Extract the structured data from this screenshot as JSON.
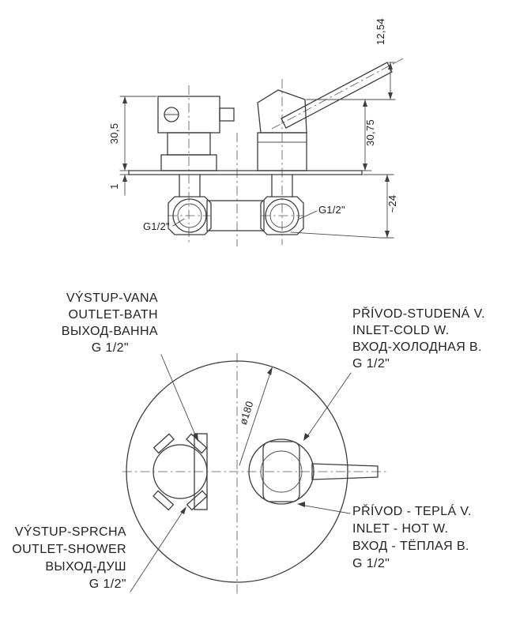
{
  "side_view": {
    "dims": {
      "lever_rise": "12,54",
      "height_left": "30,5",
      "height_right": "30,75",
      "plate_thickness": "1",
      "depth_below": "~24"
    },
    "threads": {
      "left": "G1/2\"",
      "right": "G1/2\""
    }
  },
  "front_view": {
    "diameter_label": "ø180",
    "callouts": {
      "outlet_bath": {
        "lines": [
          "VÝSTUP-VANA",
          "OUTLET-BATH",
          "ВЫХОД-ВАННА",
          "G 1/2\""
        ]
      },
      "inlet_cold": {
        "lines": [
          "PŘÍVOD-STUDENÁ V.",
          "INLET-COLD W.",
          "ВХОД-ХОЛОДНАЯ В.",
          "G 1/2\""
        ]
      },
      "outlet_shower": {
        "lines": [
          "VÝSTUP-SPRCHA",
          "OUTLET-SHOWER",
          "ВЫХОД-ДУШ",
          "G 1/2\""
        ]
      },
      "inlet_hot": {
        "lines": [
          "PŘÍVOD - TEPLÁ V.",
          "INLET - HOT W.",
          "ВХОД - ТЁПЛАЯ В.",
          "G 1/2\""
        ]
      }
    }
  },
  "colors": {
    "line": "#3d3d3d",
    "text": "#222222",
    "background": "#ffffff"
  }
}
